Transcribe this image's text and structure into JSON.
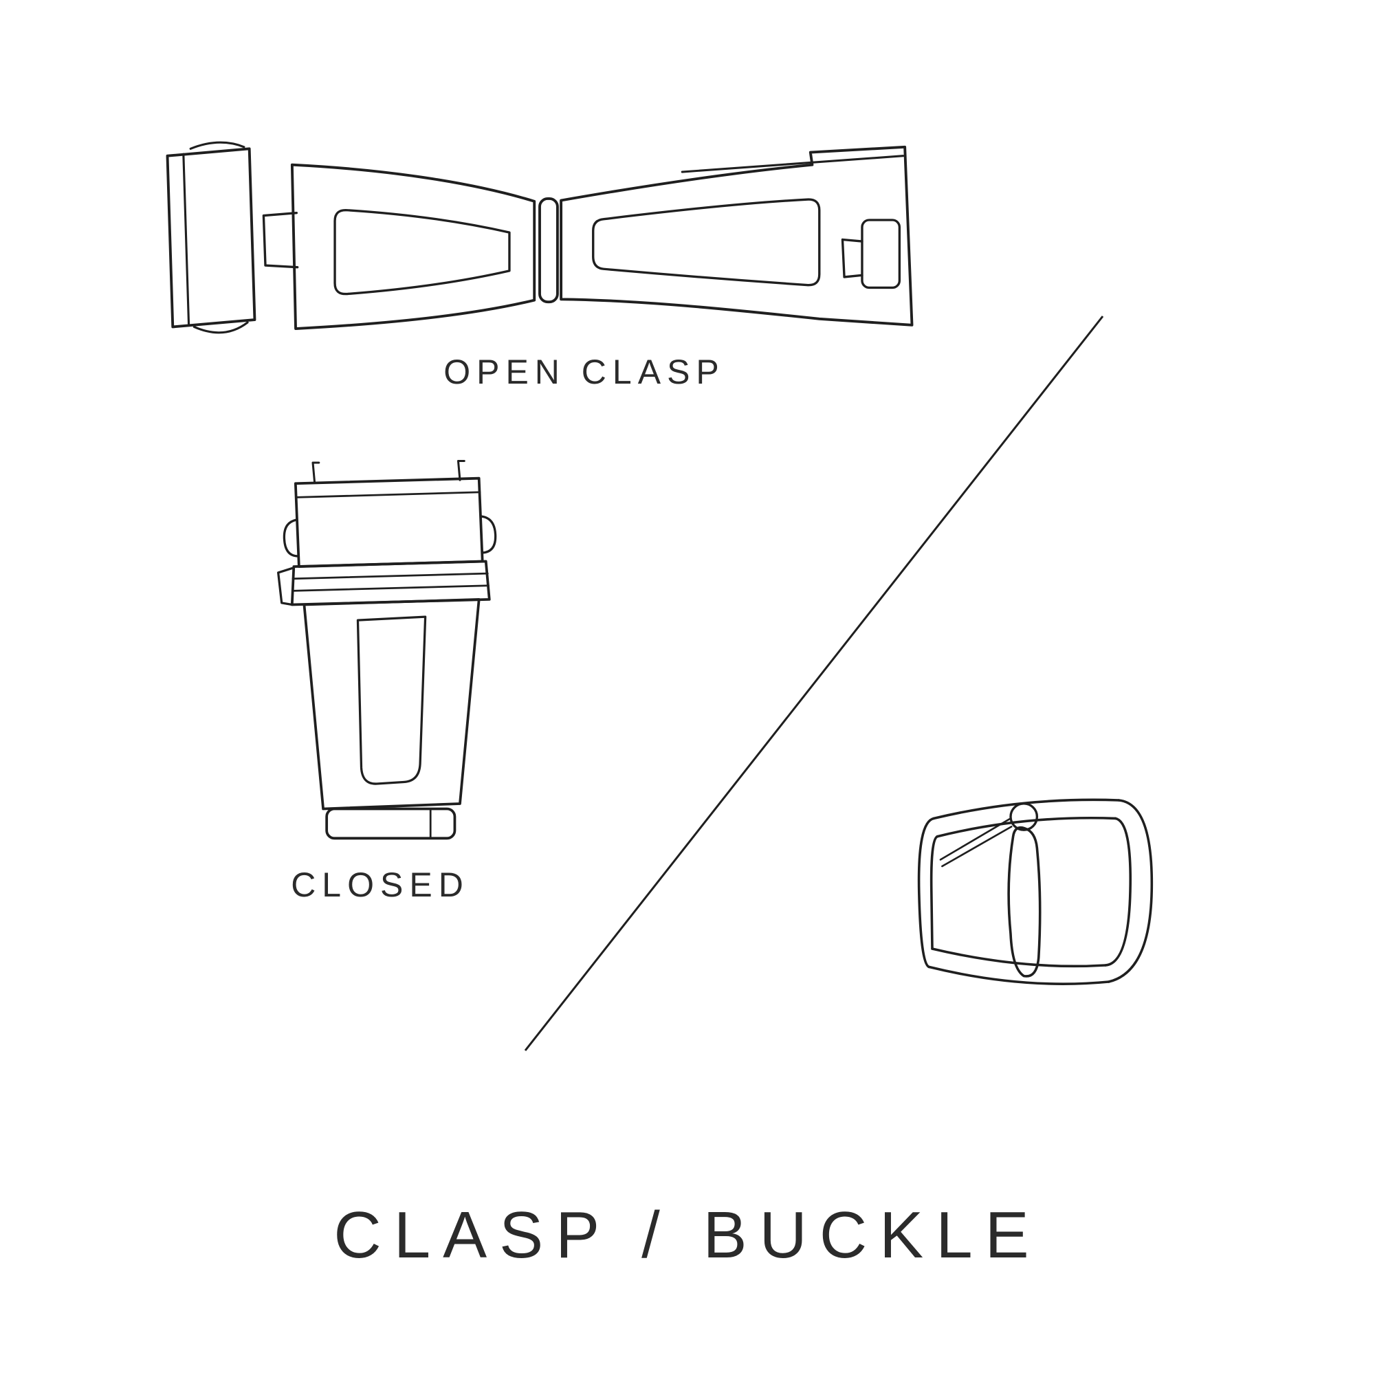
{
  "diagram": {
    "title": "CLASP / BUCKLE",
    "labels": {
      "open_clasp": "OPEN CLASP",
      "closed": "CLOSED"
    },
    "colors": {
      "stroke": "#1f1f1f",
      "text": "#2b2b2b",
      "background": "#ffffff"
    }
  }
}
